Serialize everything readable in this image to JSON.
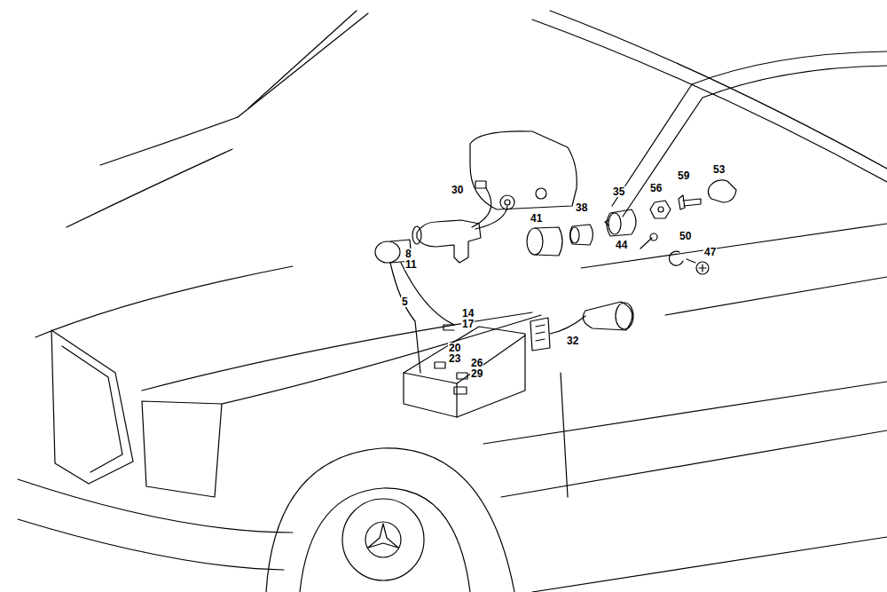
{
  "diagram": {
    "labels": [
      "59",
      "53",
      "35",
      "56",
      "30",
      "38",
      "41",
      "44",
      "50",
      "47",
      "8",
      "11",
      "5",
      "14",
      "17",
      "20",
      "23",
      "26",
      "29",
      "32"
    ]
  }
}
